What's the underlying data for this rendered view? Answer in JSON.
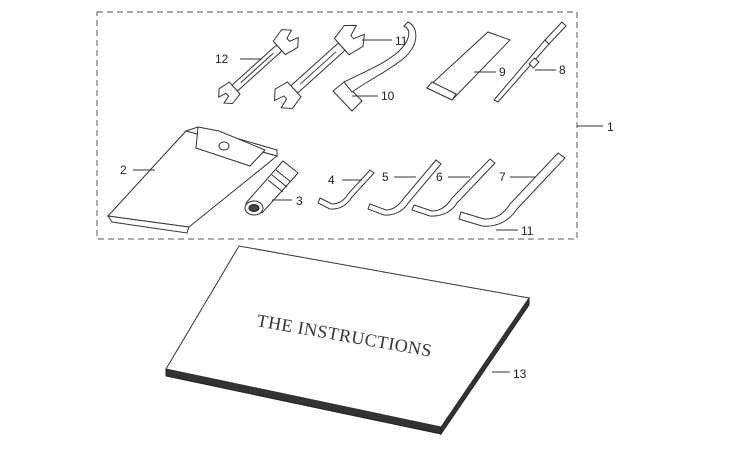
{
  "kit_label": "1",
  "labels": {
    "p2": "2",
    "p3": "3",
    "p4": "4",
    "p5": "5",
    "p6": "6",
    "p7": "7",
    "p8": "8",
    "p9": "9",
    "p10": "10",
    "p11_top": "11",
    "p11_bottom": "11",
    "p12": "12",
    "p13": "13"
  },
  "book_title": "THE INSTRUCTIONS"
}
